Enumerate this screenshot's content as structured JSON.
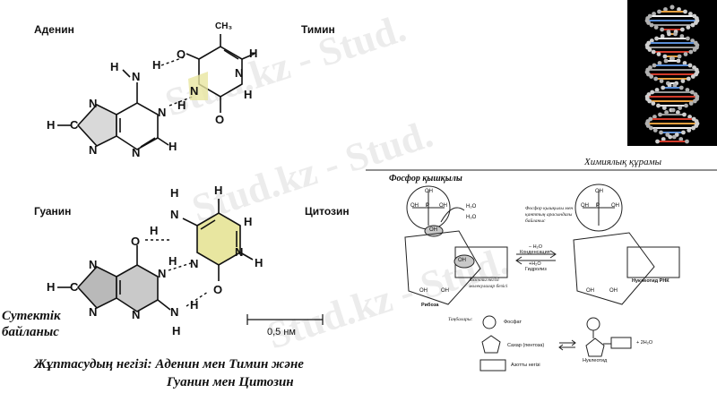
{
  "bases": {
    "adenine": "Аденин",
    "thymine": "Тимин",
    "guanine": "Гуанин",
    "cytosine": "Цитозин"
  },
  "atoms": {
    "H": "H",
    "N": "N",
    "O": "O",
    "C": "C",
    "CH3": "CH₃"
  },
  "hydrogen_bond_label": [
    "Сутектік",
    "байланыс"
  ],
  "scale_bar": "0,5 нм",
  "caption": {
    "line1": "Жұптасудың негізі: Аденин мен Тимин және",
    "line2": "Гуанин мен Цитозин"
  },
  "watermark": "Stud.kz - Stud.",
  "composition": {
    "title": "Химиялық құрамы",
    "phosphoric_acid": "Фосфор қышқылы",
    "OH": "OH",
    "P": "P",
    "H2O": "H₂O",
    "ribose": "Рибоза",
    "base_bond": "Азотты негізі молекулалар безісі",
    "reaction_minus": "– H₂O",
    "condensation": "Конденсация",
    "reaction_plus": "+H₂O",
    "hydrolysis": "Гидролиз",
    "phosphate_bond_note": "Фосфор қышқылы мен қанттың арасындағы байланыс",
    "nucleotide_rna": "Нуклеотид РНК",
    "legend_title": "Таңбалары:",
    "legend_phosphate": "Фосфат",
    "legend_sugar": "Сахар (пентоза)",
    "legend_base": "Азотты негізі",
    "nucleotide": "Нуклеотид",
    "plus_water": "+ 2H₂O"
  },
  "colors": {
    "ring_grey": "#b9b9b9",
    "highlight_yellow": "#e8e6a0",
    "helix_bg": "#000000"
  }
}
